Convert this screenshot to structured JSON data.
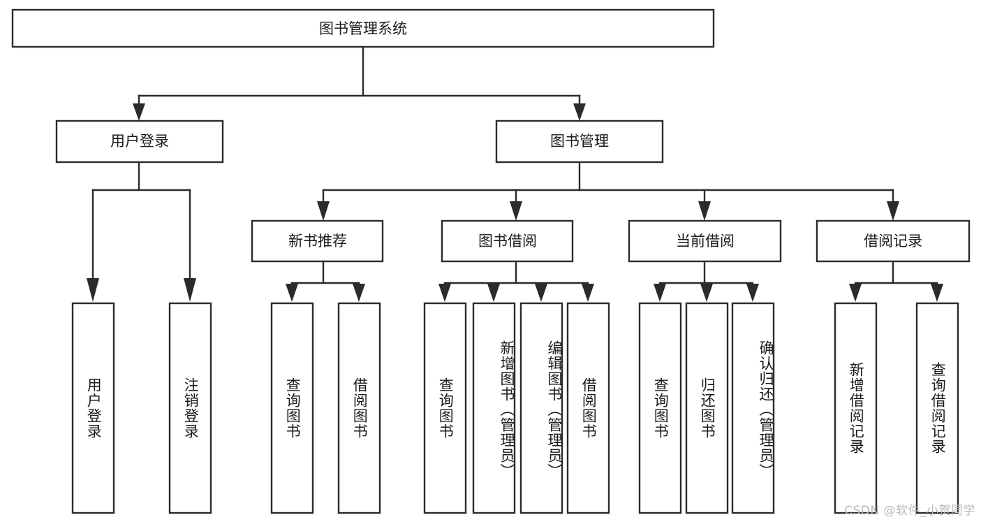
{
  "diagram": {
    "type": "tree",
    "title": "图书管理系统",
    "root": {
      "id": "root",
      "label": "图书管理系统",
      "orientation": "horizontal"
    },
    "level2": [
      {
        "id": "user-login",
        "label": "用户登录",
        "orientation": "horizontal"
      },
      {
        "id": "book-manage",
        "label": "图书管理",
        "orientation": "horizontal"
      }
    ],
    "level3": [
      {
        "id": "new-book-recommend",
        "label": "新书推荐",
        "orientation": "horizontal",
        "parent": "book-manage"
      },
      {
        "id": "book-borrow",
        "label": "图书借阅",
        "orientation": "horizontal",
        "parent": "book-manage"
      },
      {
        "id": "current-borrow",
        "label": "当前借阅",
        "orientation": "horizontal",
        "parent": "book-manage"
      },
      {
        "id": "borrow-record",
        "label": "借阅记录",
        "orientation": "horizontal",
        "parent": "book-manage"
      }
    ],
    "leaves": [
      {
        "id": "leaf-user-login",
        "label": "用户登录",
        "orientation": "vertical",
        "parent": "user-login"
      },
      {
        "id": "leaf-logout-login",
        "label": "注销登录",
        "orientation": "vertical",
        "parent": "user-login"
      },
      {
        "id": "leaf-query-book-1",
        "label": "查询图书",
        "orientation": "vertical",
        "parent": "new-book-recommend"
      },
      {
        "id": "leaf-borrow-book-1",
        "label": "借阅图书",
        "orientation": "vertical",
        "parent": "new-book-recommend"
      },
      {
        "id": "leaf-query-book-2",
        "label": "查询图书",
        "orientation": "vertical",
        "parent": "book-borrow"
      },
      {
        "id": "leaf-add-book",
        "label": "新增图书（管理员）",
        "orientation": "vertical",
        "parent": "book-borrow"
      },
      {
        "id": "leaf-edit-book",
        "label": "编辑图书（管理员）",
        "orientation": "vertical",
        "parent": "book-borrow"
      },
      {
        "id": "leaf-borrow-book-2",
        "label": "借阅图书",
        "orientation": "vertical",
        "parent": "book-borrow"
      },
      {
        "id": "leaf-query-book-3",
        "label": "查询图书",
        "orientation": "vertical",
        "parent": "current-borrow"
      },
      {
        "id": "leaf-return-book",
        "label": "归还图书",
        "orientation": "vertical",
        "parent": "current-borrow"
      },
      {
        "id": "leaf-confirm-return",
        "label": "确认归还（管理员）",
        "orientation": "vertical",
        "parent": "current-borrow"
      },
      {
        "id": "leaf-add-record",
        "label": "新增借阅记录",
        "orientation": "vertical",
        "parent": "borrow-record"
      },
      {
        "id": "leaf-query-record",
        "label": "查询借阅记录",
        "orientation": "vertical",
        "parent": "borrow-record"
      }
    ],
    "colors": {
      "stroke": "#2b2b2b",
      "fill": "#ffffff",
      "text": "#1b1b1b",
      "watermark": "#b9b9b9",
      "background": "#ffffff"
    }
  },
  "watermark": {
    "text": "CSDN @软件_小贺同学"
  }
}
